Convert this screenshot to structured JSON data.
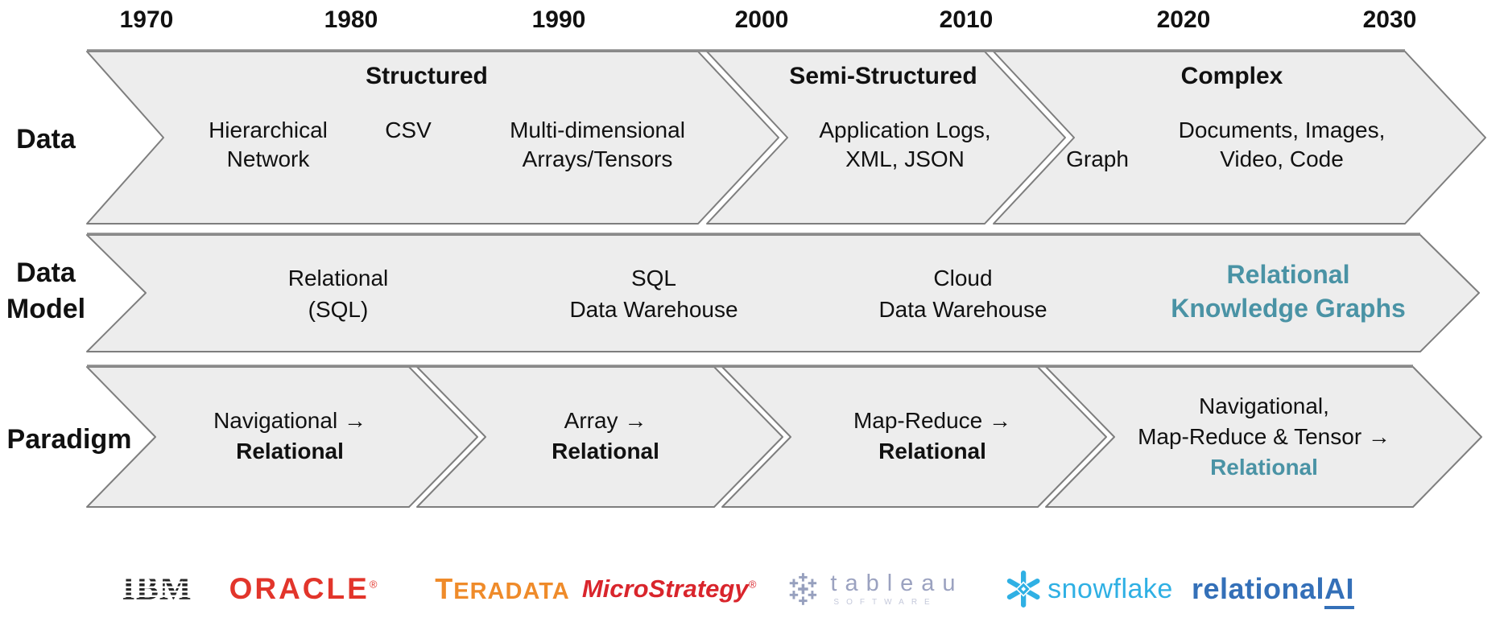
{
  "colors": {
    "teal_highlight": "#4A93A5",
    "arrow_fill": "#EDEDED",
    "arrow_stroke": "#7E7E7E",
    "oracle_red": "#E2352B",
    "teradata_orange": "#EF8B2A",
    "microstrategy_red": "#D9252C",
    "tableau_slate": "#9BA2C0",
    "snowflake_blue": "#2FB0E4",
    "relationalai_blue": "#3470B8"
  },
  "years": [
    "1970",
    "1980",
    "1990",
    "2000",
    "2010",
    "2020",
    "2030"
  ],
  "row_data": {
    "label": "Data",
    "segments": [
      {
        "title": "Structured",
        "items": [
          {
            "lines": [
              "Hierarchical",
              "Network"
            ]
          },
          {
            "lines": [
              "CSV"
            ]
          },
          {
            "lines": [
              "Multi-dimensional",
              "Arrays/Tensors"
            ]
          }
        ]
      },
      {
        "title": "Semi-Structured",
        "items": [
          {
            "lines": [
              "Application Logs,",
              "XML, JSON"
            ]
          }
        ]
      },
      {
        "title": "Complex",
        "items": [
          {
            "lines": [
              "Graph"
            ]
          },
          {
            "lines": [
              "Documents, Images,",
              "Video, Code"
            ]
          }
        ]
      }
    ]
  },
  "row_model": {
    "label_lines": [
      "Data",
      "Model"
    ],
    "entries": [
      {
        "lines": [
          "Relational",
          "(SQL)"
        ]
      },
      {
        "lines": [
          "SQL",
          "Data Warehouse"
        ]
      },
      {
        "lines": [
          "Cloud",
          "Data Warehouse"
        ]
      },
      {
        "lines": [
          "Relational",
          "Knowledge Graphs"
        ]
      }
    ]
  },
  "row_paradigm": {
    "label": "Paradigm",
    "segments": [
      {
        "lines": [
          "Navigational →",
          "Relational"
        ]
      },
      {
        "lines": [
          "Array →",
          "Relational"
        ]
      },
      {
        "lines": [
          "Map-Reduce →",
          "Relational"
        ]
      },
      {
        "lines": [
          "Navigational,",
          "Map-Reduce & Tensor →",
          "Relational"
        ]
      }
    ]
  },
  "logos": {
    "ibm": "IBM",
    "oracle": "ORACLE",
    "oracle_reg": "®",
    "teradata_initial": "T",
    "teradata_rest": "ERADATA",
    "microstrategy": "MicroStrategy",
    "microstrategy_reg": "®",
    "tableau": "tableau",
    "tableau_sub": "SOFTWARE",
    "snowflake": "snowflake",
    "relational": "relational",
    "ai": "AI"
  }
}
